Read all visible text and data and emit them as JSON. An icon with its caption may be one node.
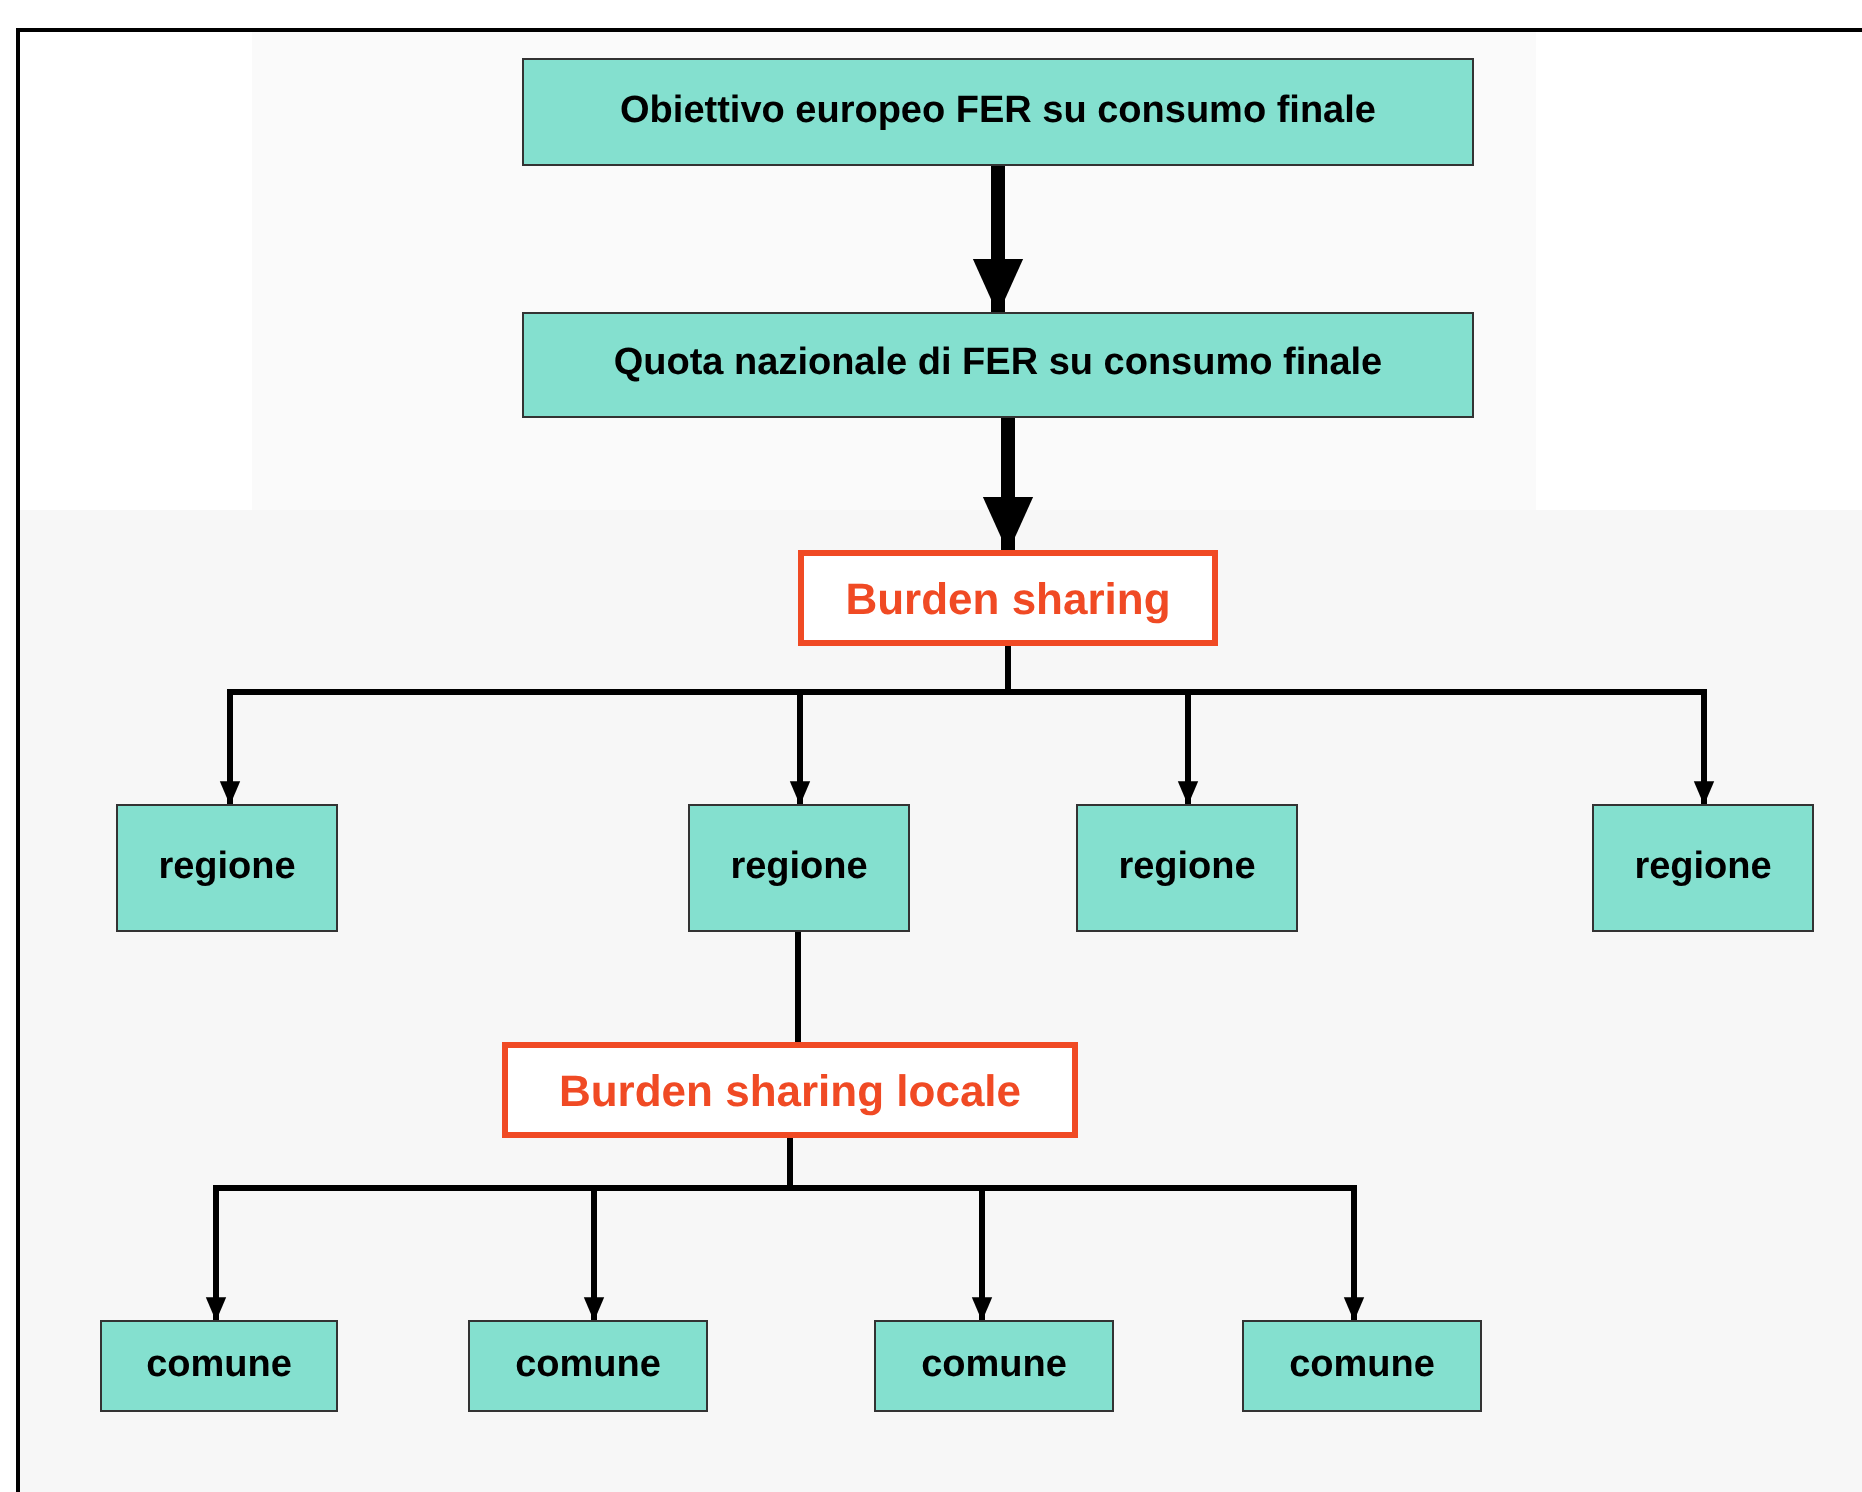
{
  "diagram": {
    "nodes": [
      {
        "text": [
          "Obiettivo europeo FER su consumo finale"
        ]
      },
      {
        "text": [
          "Quota nazionale di FER su consumo finale"
        ]
      },
      {
        "text": [
          "Burden sharing"
        ]
      },
      {
        "text": [
          "regione"
        ]
      },
      {
        "text": [
          "regione"
        ]
      },
      {
        "text": [
          "regione"
        ]
      },
      {
        "text": [
          "regione"
        ]
      },
      {
        "text": [
          "Burden sharing locale"
        ]
      },
      {
        "text": [
          "comune"
        ]
      },
      {
        "text": [
          "comune"
        ]
      },
      {
        "text": [
          "comune"
        ]
      },
      {
        "text": [
          "comune"
        ]
      }
    ],
    "edges": [
      {
        "from": 0,
        "to": 1,
        "arrow": "to",
        "style": "thick"
      },
      {
        "from": 1,
        "to": 2,
        "arrow": "to",
        "style": "thick"
      },
      {
        "from": 2,
        "to": 3,
        "arrow": "to"
      },
      {
        "from": 2,
        "to": 4,
        "arrow": "to"
      },
      {
        "from": 2,
        "to": 5,
        "arrow": "to"
      },
      {
        "from": 2,
        "to": 6,
        "arrow": "to"
      },
      {
        "from": 4,
        "to": 7,
        "arrow": "none"
      },
      {
        "from": 7,
        "to": 8,
        "arrow": "to"
      },
      {
        "from": 7,
        "to": 9,
        "arrow": "to"
      },
      {
        "from": 7,
        "to": 10,
        "arrow": "to"
      },
      {
        "from": 7,
        "to": 11,
        "arrow": "to"
      }
    ]
  }
}
